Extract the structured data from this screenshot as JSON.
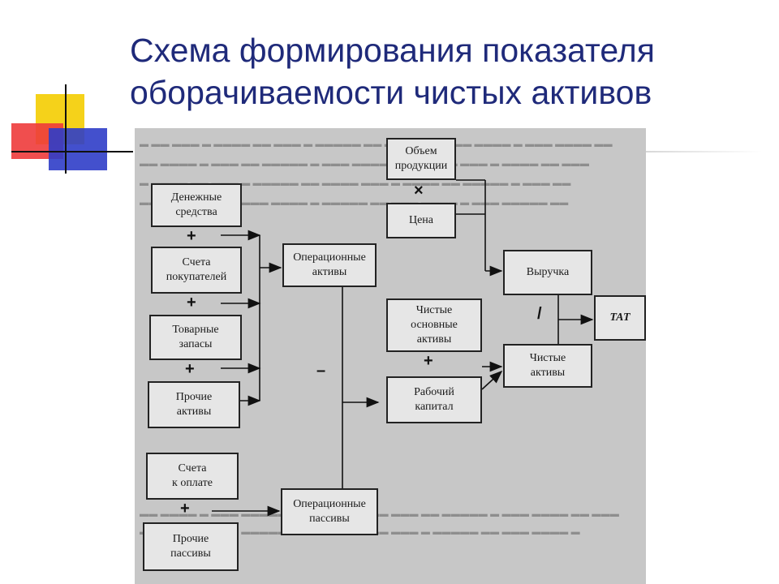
{
  "slide": {
    "title_line1": "Схема формирования показателя",
    "title_line2": "оборачиваемости чистых активов"
  },
  "diagram": {
    "boxes": {
      "cash_line1": "Денежные",
      "cash_line2": "средства",
      "receivables_line1": "Счета",
      "receivables_line2": "покупателей",
      "inventory_line1": "Товарные",
      "inventory_line2": "запасы",
      "other_assets_line1": "Прочие",
      "other_assets_line2": "активы",
      "payables_line1": "Счета",
      "payables_line2": "к оплате",
      "other_liabilities_line1": "Прочие",
      "other_liabilities_line2": "пассивы",
      "operating_assets_line1": "Операционные",
      "operating_assets_line2": "активы",
      "operating_liabilities_line1": "Операционные",
      "operating_liabilities_line2": "пассивы",
      "volume_line1": "Объем",
      "volume_line2": "продукции",
      "price": "Цена",
      "revenue": "Выручка",
      "net_fixed_line1": "Чистые",
      "net_fixed_line2": "основные",
      "net_fixed_line3": "активы",
      "working_capital_line1": "Рабочий",
      "working_capital_line2": "капитал",
      "net_assets_line1": "Чистые",
      "net_assets_line2": "активы",
      "tat": "ТАТ"
    },
    "operators": {
      "plus": "+",
      "minus": "–",
      "multiply": "×",
      "divide": "/"
    }
  }
}
